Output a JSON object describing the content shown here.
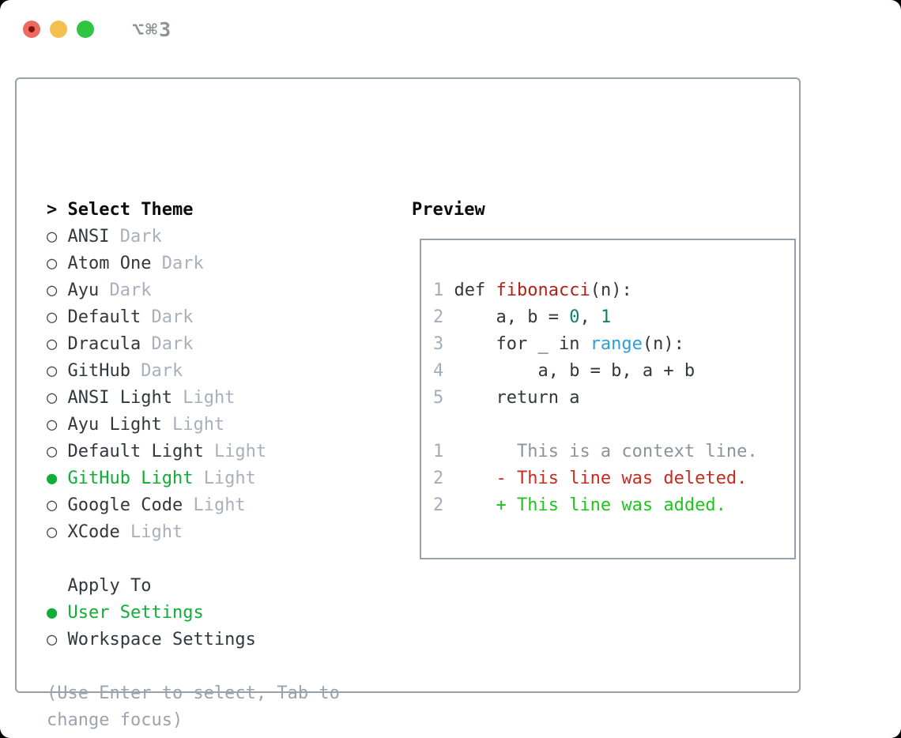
{
  "window": {
    "titlebar_shortcut": "⌥⌘3",
    "traffic_lights": [
      "close",
      "minimize",
      "zoom"
    ]
  },
  "icons": {
    "cursor_prefix": "> ",
    "radio_selected": "●",
    "radio_unselected": "○"
  },
  "theme_panel": {
    "header": "Select Theme",
    "themes": [
      {
        "name": "ANSI",
        "tag": "Dark",
        "selected": false
      },
      {
        "name": "Atom One",
        "tag": "Dark",
        "selected": false
      },
      {
        "name": "Ayu",
        "tag": "Dark",
        "selected": false
      },
      {
        "name": "Default",
        "tag": "Dark",
        "selected": false
      },
      {
        "name": "Dracula",
        "tag": "Dark",
        "selected": false
      },
      {
        "name": "GitHub",
        "tag": "Dark",
        "selected": false
      },
      {
        "name": "ANSI Light",
        "tag": "Light",
        "selected": false
      },
      {
        "name": "Ayu Light",
        "tag": "Light",
        "selected": false
      },
      {
        "name": "Default Light",
        "tag": "Light",
        "selected": false
      },
      {
        "name": "GitHub Light",
        "tag": "Light",
        "selected": true
      },
      {
        "name": "Google Code",
        "tag": "Light",
        "selected": false
      },
      {
        "name": "XCode",
        "tag": "Light",
        "selected": false
      }
    ],
    "apply_to": {
      "header": "Apply To",
      "options": [
        {
          "name": "User Settings",
          "selected": true
        },
        {
          "name": "Workspace Settings",
          "selected": false
        }
      ]
    },
    "footer_lines": [
      "(Use Enter to select, Tab to",
      "change focus)"
    ]
  },
  "preview": {
    "header": "Preview",
    "code_lines": [
      {
        "num": "1",
        "segments": [
          {
            "text": "def ",
            "style": "code"
          },
          {
            "text": "fibonacci",
            "style": "func"
          },
          {
            "text": "(n):",
            "style": "code"
          }
        ]
      },
      {
        "num": "2",
        "segments": [
          {
            "text": "    a, b = ",
            "style": "code"
          },
          {
            "text": "0",
            "style": "numlit"
          },
          {
            "text": ", ",
            "style": "code"
          },
          {
            "text": "1",
            "style": "numlit"
          }
        ]
      },
      {
        "num": "3",
        "segments": [
          {
            "text": "    for _ in ",
            "style": "code"
          },
          {
            "text": "range",
            "style": "builtin"
          },
          {
            "text": "(n):",
            "style": "code"
          }
        ]
      },
      {
        "num": "4",
        "segments": [
          {
            "text": "        a, b = b, a + b",
            "style": "code"
          }
        ]
      },
      {
        "num": "5",
        "segments": [
          {
            "text": "    return a",
            "style": "code"
          }
        ]
      },
      {
        "num": "",
        "segments": []
      },
      {
        "num": "1",
        "segments": [
          {
            "text": "      This is a context line.",
            "style": "context"
          }
        ]
      },
      {
        "num": "2",
        "segments": [
          {
            "text": "    - This line was deleted.",
            "style": "deleted"
          }
        ]
      },
      {
        "num": "2",
        "segments": [
          {
            "text": "    + This line was added.",
            "style": "added"
          }
        ]
      }
    ]
  },
  "colors": {
    "selection_green": "#0fae35",
    "diff_added_green": "#1fc41d",
    "diff_deleted_red": "#cb2b1e",
    "function_red": "#ac2418",
    "number_literal_teal": "#0f7e71",
    "builtin_blue": "#2b9fd9",
    "main_text": "#33373c",
    "tag_gray": "#a8b0bb",
    "hint_gray": "#9aa3ae",
    "line_number_gray": "#a3adb8",
    "context_gray": "#8b939c",
    "border_gray": "#98a1ab",
    "traffic_red": "#ee6a5f",
    "traffic_yellow": "#f5bf4f",
    "traffic_green": "#2ec543"
  }
}
